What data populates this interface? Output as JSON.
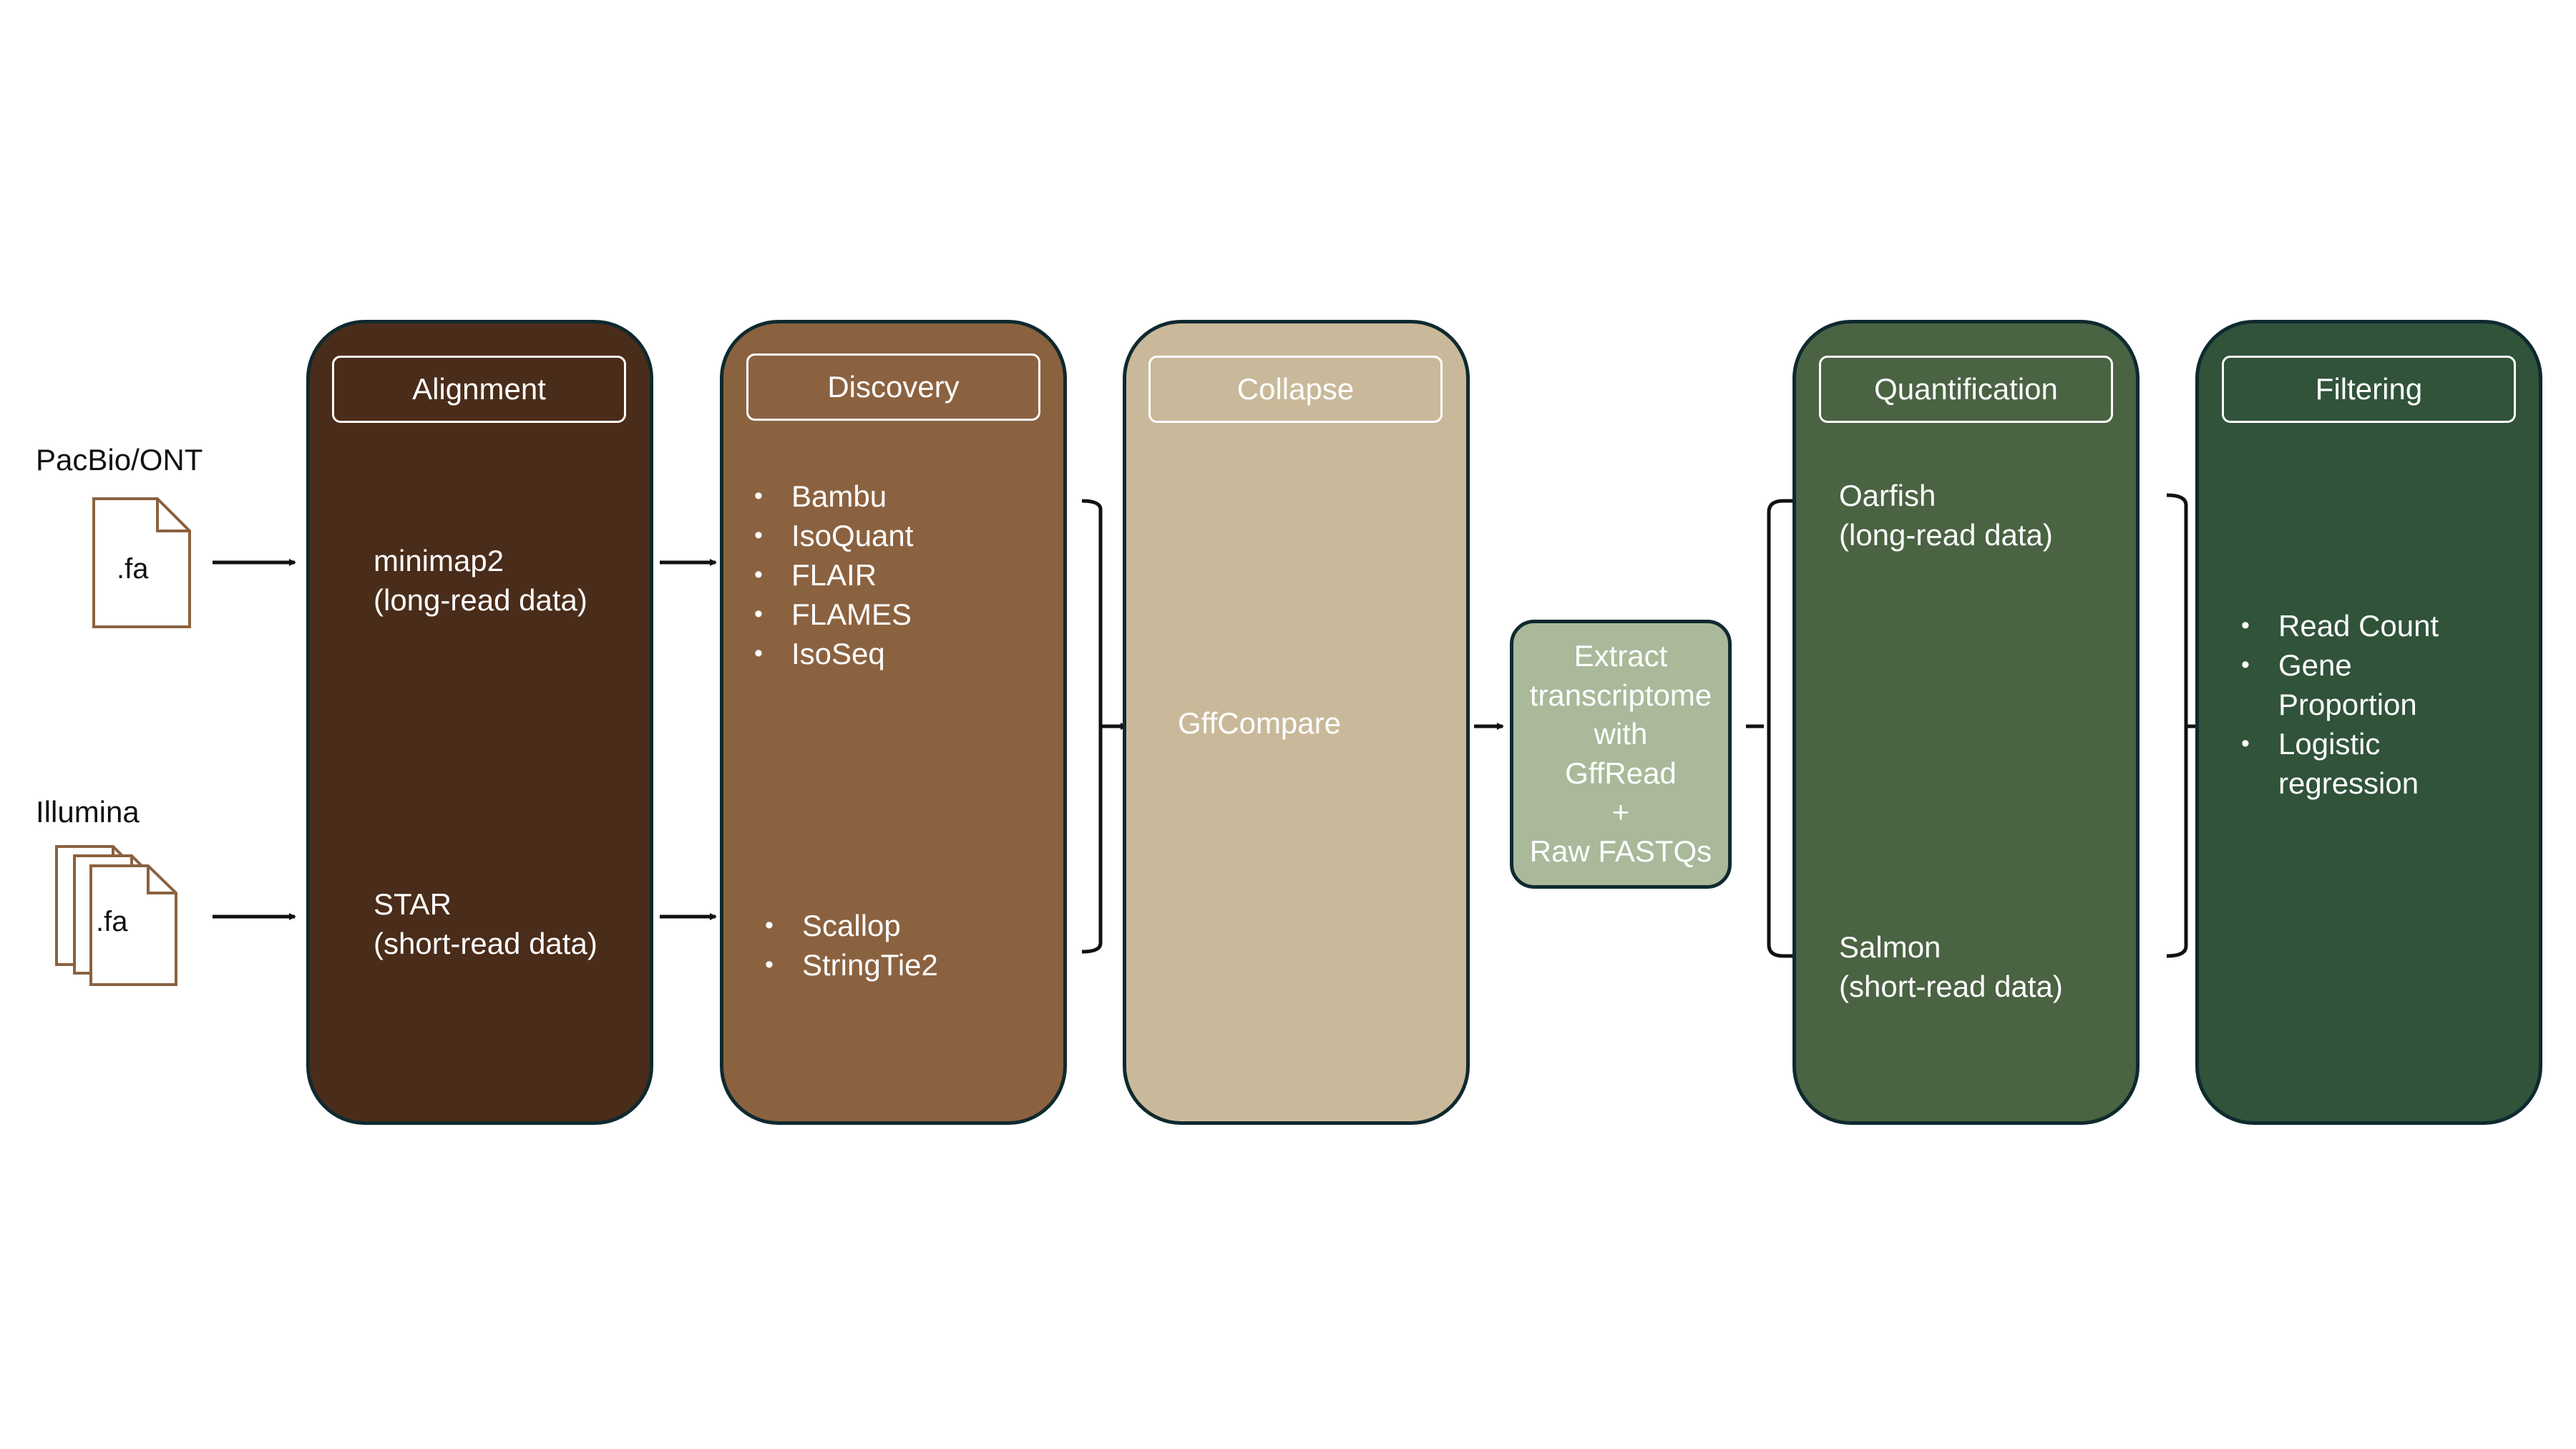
{
  "inputs": {
    "pacbio_label": "PacBio/ONT",
    "pacbio_file": ".fa",
    "illumina_label": "Illumina",
    "illumina_file": ".fa"
  },
  "alignment": {
    "title": "Alignment",
    "long_line1": "minimap2",
    "long_line2": "(long-read data)",
    "short_line1": "STAR",
    "short_line2": "(short-read data)",
    "color": "#4a2c1a"
  },
  "discovery": {
    "title": "Discovery",
    "long_tools": [
      "Bambu",
      "IsoQuant",
      "FLAIR",
      "FLAMES",
      "IsoSeq"
    ],
    "short_tools": [
      "Scallop",
      "StringTie2"
    ],
    "color": "#8b6240"
  },
  "collapse": {
    "title": "Collapse",
    "tool": "GffCompare",
    "color": "#c9b99a"
  },
  "extract": {
    "lines": [
      "Extract",
      "transcriptome",
      "with",
      "GffRead",
      "+",
      "Raw FASTQs"
    ],
    "color": "#a9b99a"
  },
  "quantification": {
    "title": "Quantification",
    "long_line1": "Oarfish",
    "long_line2": "(long-read data)",
    "short_line1": "Salmon",
    "short_line2": "(short-read data)",
    "color": "#4a6343"
  },
  "filtering": {
    "title": "Filtering",
    "items": [
      "Read Count",
      "Gene\nProportion",
      "Logistic\nregression"
    ],
    "color": "#30533a"
  }
}
